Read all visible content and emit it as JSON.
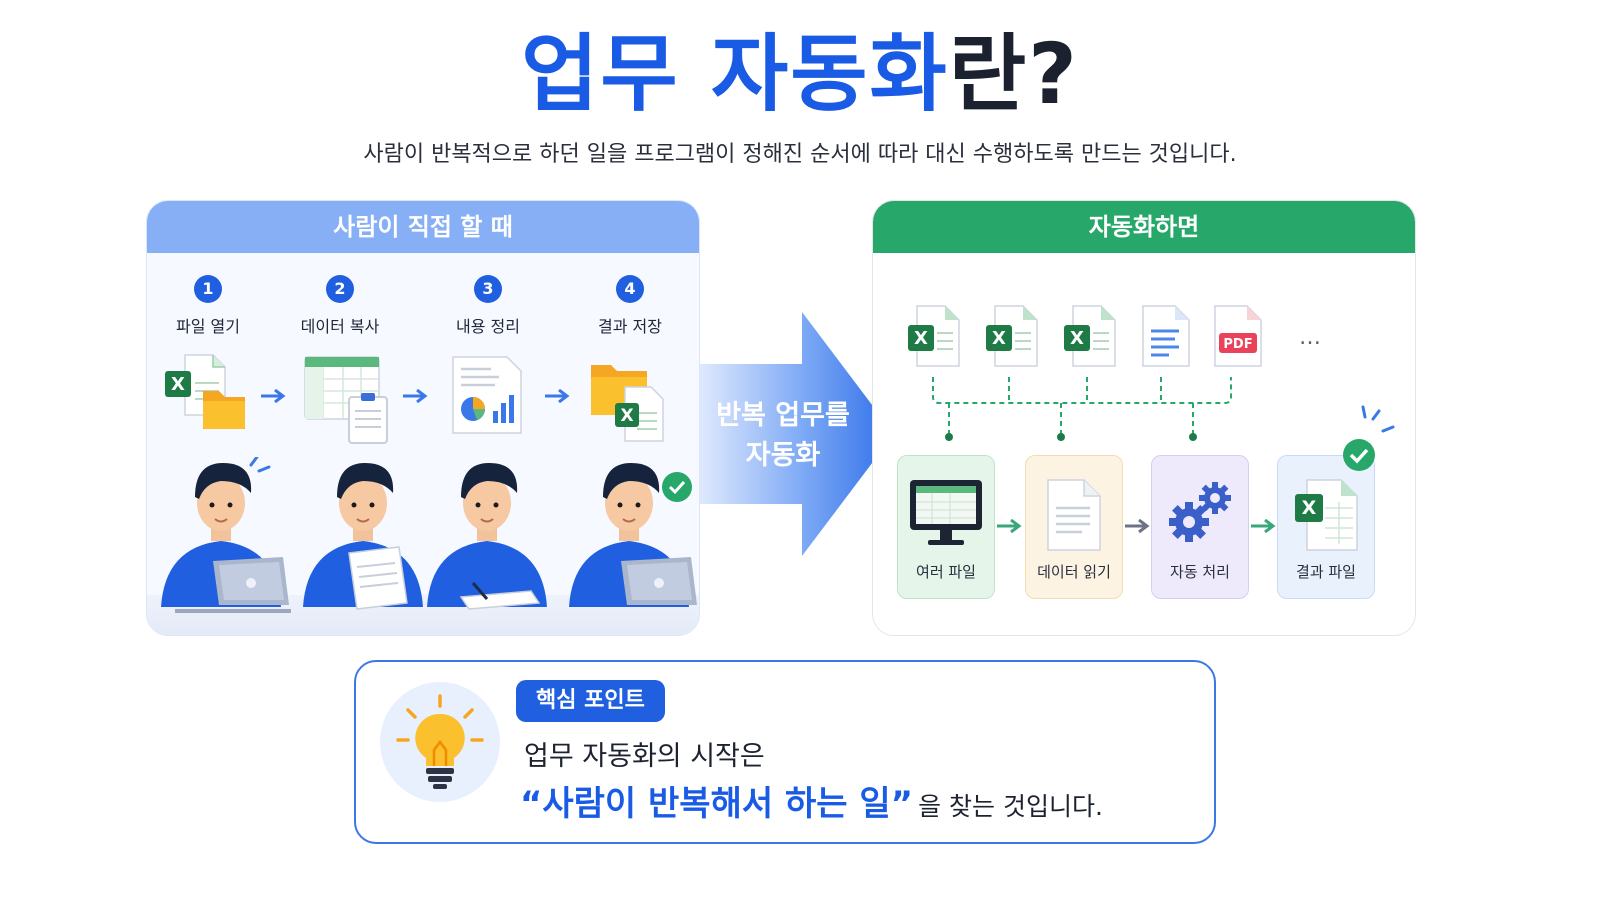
{
  "title": {
    "highlight": "업무 자동화",
    "rest": "란?"
  },
  "subtitle": "사람이 반복적으로 하던 일을 프로그램이 정해진 순서에 따라 대신 수행하도록 만드는 것입니다.",
  "manual": {
    "header": "사람이 직접 할 때",
    "steps": [
      {
        "num": "1",
        "label": "파일 열기"
      },
      {
        "num": "2",
        "label": "데이터 복사"
      },
      {
        "num": "3",
        "label": "내용 정리"
      },
      {
        "num": "4",
        "label": "결과 저장"
      }
    ]
  },
  "middle_arrow": {
    "line1": "반복 업무를",
    "line2": "자동화"
  },
  "auto": {
    "header": "자동화하면",
    "inputs": [
      "X",
      "X",
      "X",
      "doc",
      "PDF"
    ],
    "pdf_label": "PDF",
    "excel_letter": "X",
    "more": "…",
    "steps": [
      {
        "label": "여러 파일"
      },
      {
        "label": "데이터 읽기"
      },
      {
        "label": "자동 처리"
      },
      {
        "label": "결과 파일"
      }
    ]
  },
  "key_point": {
    "badge": "핵심 포인트",
    "line1": "업무 자동화의 시작은",
    "highlight": "“사람이 반복해서 하는 일”",
    "rest": "을 찾는 것입니다."
  },
  "colors": {
    "primary_blue": "#1a5be6",
    "green": "#27a86a",
    "excel_green": "#1e7b45",
    "pdf_red": "#e8435a"
  },
  "icons": [
    "excel-icon",
    "folder-icon",
    "spreadsheet-icon",
    "clipboard-icon",
    "report-icon",
    "check-icon",
    "monitor-icon",
    "document-icon",
    "gear-icon",
    "lightbulb-icon"
  ]
}
